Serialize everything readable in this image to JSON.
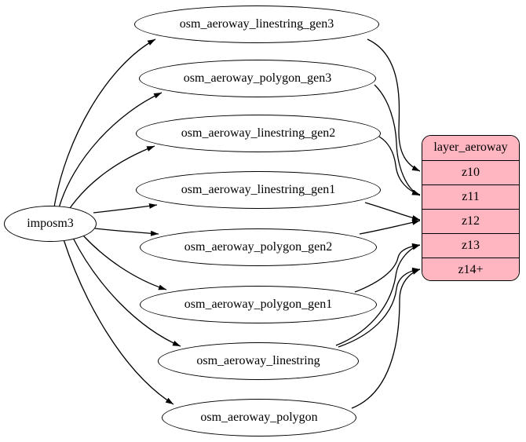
{
  "diagram": {
    "kind": "etl-graph",
    "background": "#ffffff",
    "edge_color": "#000000",
    "node_fill": "#ffffff",
    "node_stroke": "#000000"
  },
  "nodes": {
    "source": {
      "label": "imposm3",
      "shape": "ellipse"
    },
    "tables": [
      {
        "label": "osm_aeroway_linestring_gen3"
      },
      {
        "label": "osm_aeroway_polygon_gen3"
      },
      {
        "label": "osm_aeroway_linestring_gen2"
      },
      {
        "label": "osm_aeroway_linestring_gen1"
      },
      {
        "label": "osm_aeroway_polygon_gen2"
      },
      {
        "label": "osm_aeroway_polygon_gen1"
      },
      {
        "label": "osm_aeroway_linestring"
      },
      {
        "label": "osm_aeroway_polygon"
      }
    ],
    "layer": {
      "title": "layer_aeroway",
      "rows": [
        "z10",
        "z11",
        "z12",
        "z13",
        "z14+"
      ],
      "fill": "#ffb6c1",
      "shape": "rounded-record"
    }
  },
  "edges": {
    "from_source": [
      "osm_aeroway_linestring_gen3",
      "osm_aeroway_polygon_gen3",
      "osm_aeroway_linestring_gen2",
      "osm_aeroway_linestring_gen1",
      "osm_aeroway_polygon_gen2",
      "osm_aeroway_polygon_gen1",
      "osm_aeroway_linestring",
      "osm_aeroway_polygon"
    ],
    "table_to_layer": [
      {
        "from": "osm_aeroway_linestring_gen3",
        "to": "z10"
      },
      {
        "from": "osm_aeroway_polygon_gen3",
        "to": "z11"
      },
      {
        "from": "osm_aeroway_linestring_gen2",
        "to": "z11"
      },
      {
        "from": "osm_aeroway_linestring_gen1",
        "to": "z12"
      },
      {
        "from": "osm_aeroway_polygon_gen2",
        "to": "z12"
      },
      {
        "from": "osm_aeroway_polygon_gen1",
        "to": "z13"
      },
      {
        "from": "osm_aeroway_linestring",
        "to": "z13"
      },
      {
        "from": "osm_aeroway_linestring",
        "to": "z14+"
      },
      {
        "from": "osm_aeroway_polygon",
        "to": "z14+"
      }
    ]
  }
}
